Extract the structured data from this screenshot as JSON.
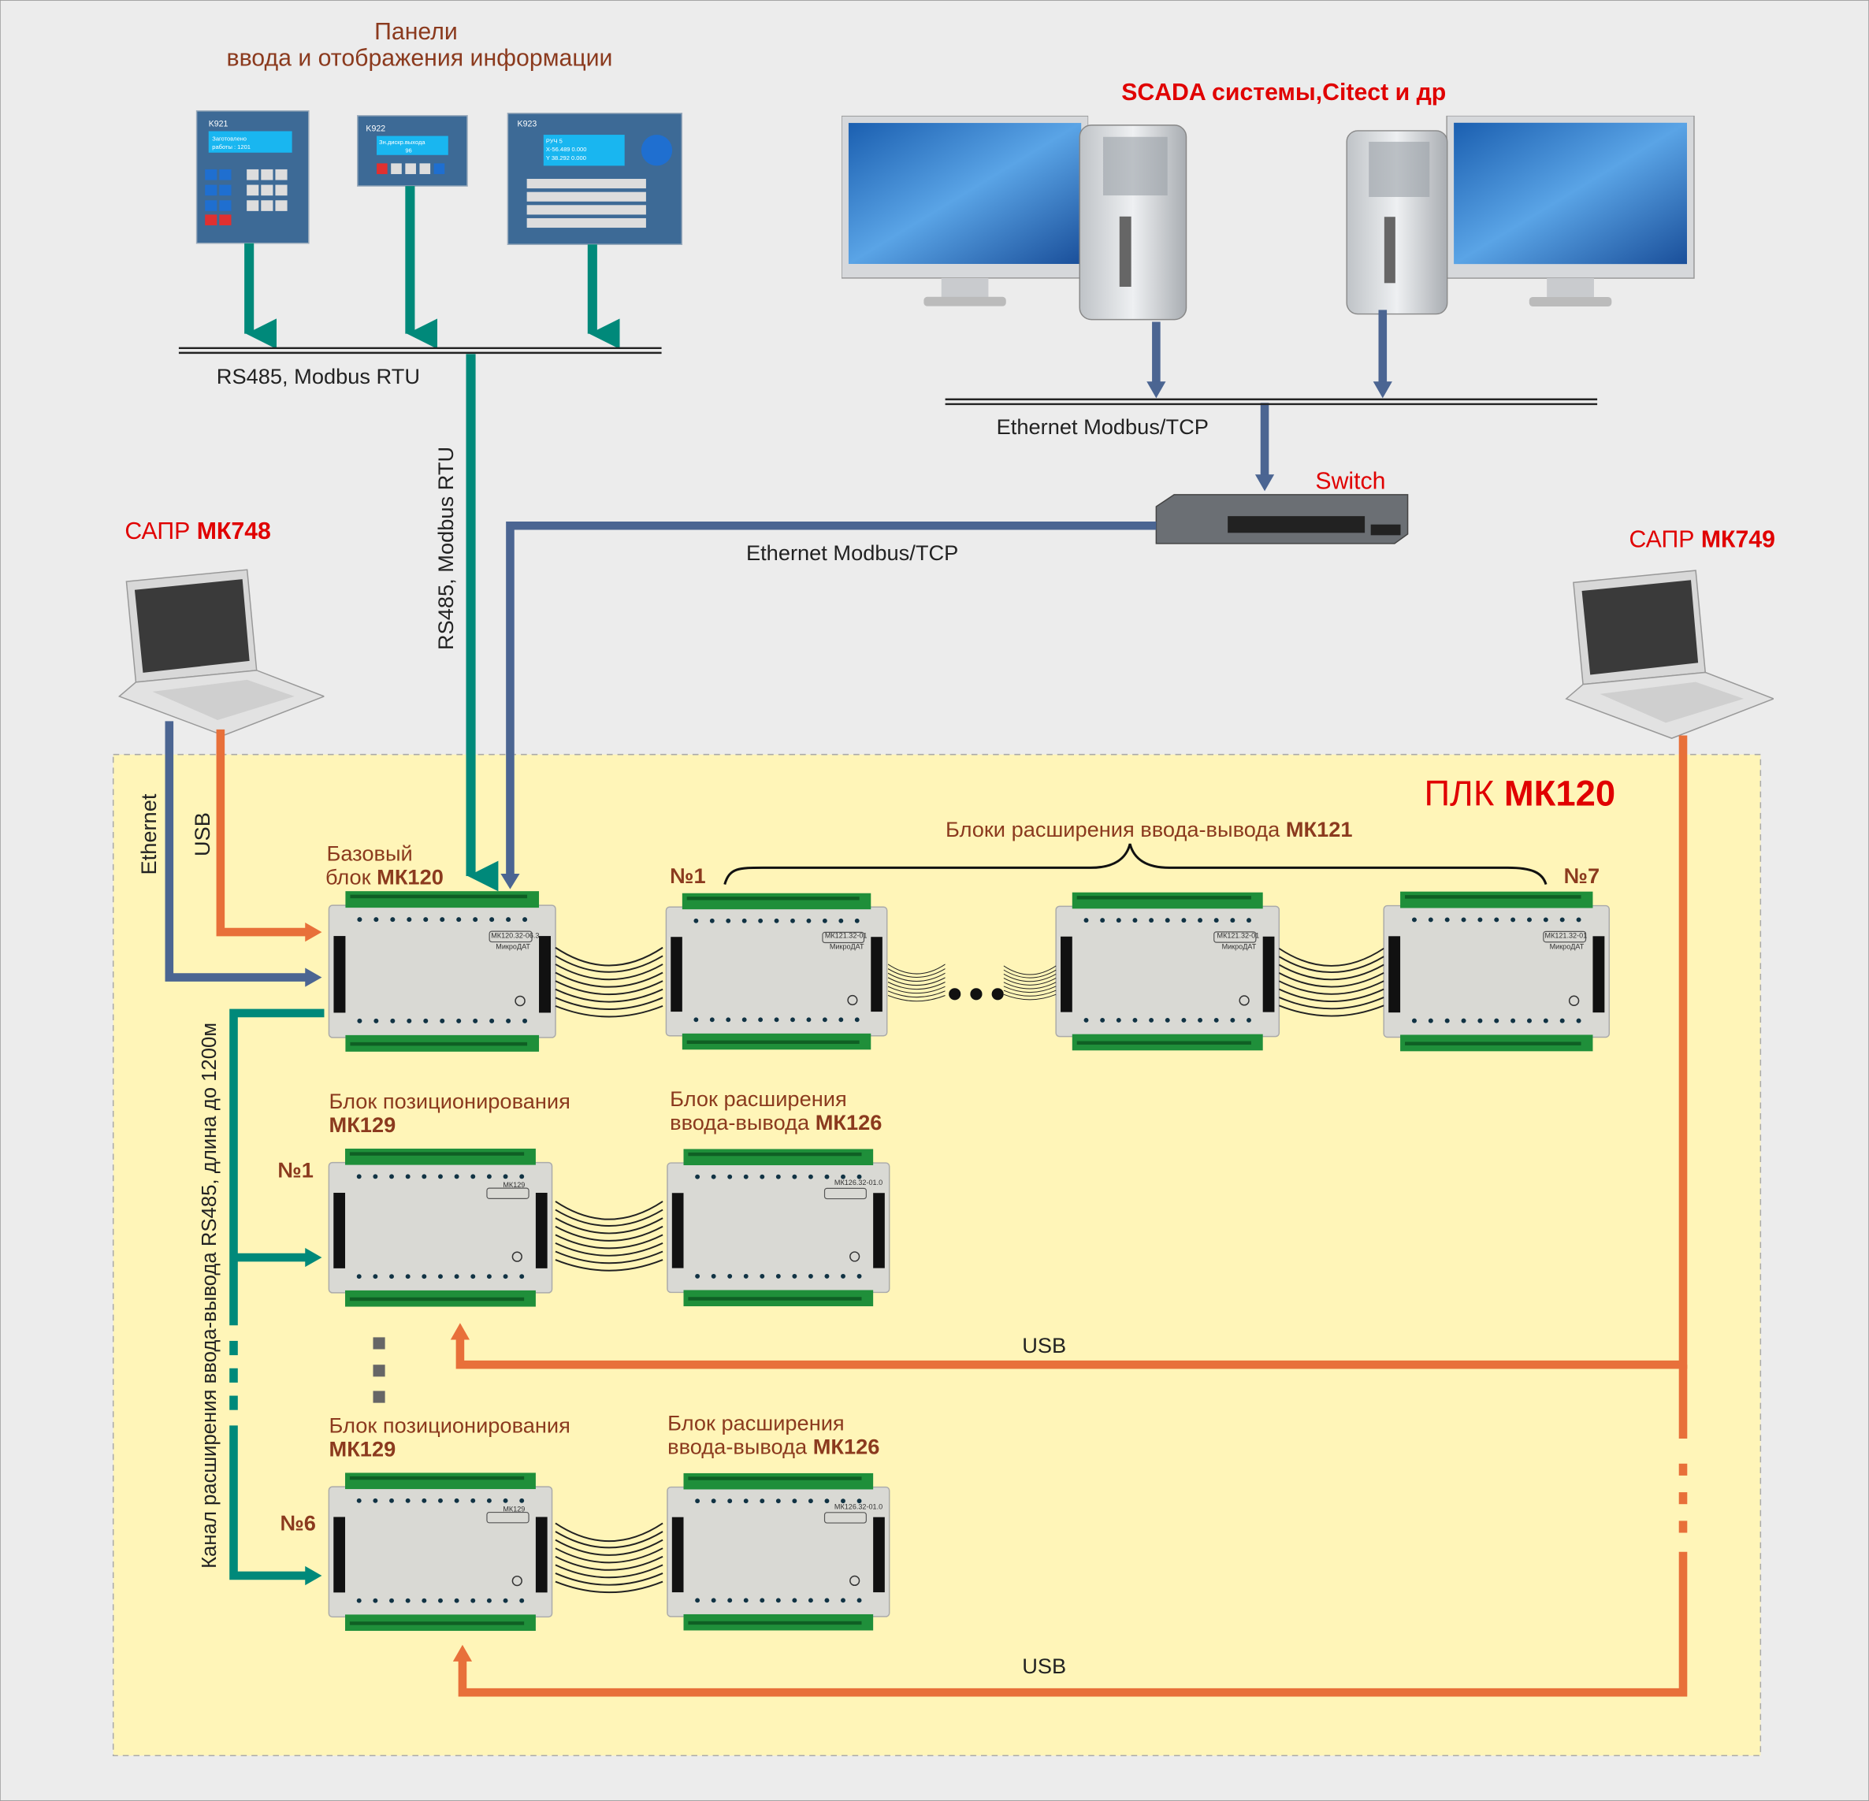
{
  "colors": {
    "rs485": "#00897a",
    "ethernet": "#4b6592",
    "usb": "#e8703a",
    "plc_area": "#fff5b8",
    "label": "#8b3a1e",
    "accent": "#e00000",
    "background": "#ececec"
  },
  "panels": {
    "title_line1": "Панели",
    "title_line2": "ввода и отображения информации",
    "devices": [
      {
        "model": "K921",
        "screen": [
          "Заготовлено",
          "работы : 1201"
        ]
      },
      {
        "model": "K922",
        "screen": [
          "Зн.дискр.выхода",
          "96"
        ]
      },
      {
        "model": "K923",
        "screen": [
          "РУЧ 5",
          "X-56.489  0.000",
          "Y 38.292  0.000"
        ]
      }
    ],
    "bus_label": "RS485, Modbus RTU",
    "riser_label": "RS485, Modbus RTU"
  },
  "scada": {
    "title": "SCADA системы,Citect и др",
    "bus_label": "Ethernet Modbus/TCP",
    "switch_label": "Switch",
    "link_label": "Ethernet Modbus/TCP"
  },
  "cad_left": {
    "prefix": "САПР ",
    "model": "МК748",
    "eth_label": "Ethernet",
    "usb_label": "USB"
  },
  "cad_right": {
    "prefix": "САПР ",
    "model": "МК749"
  },
  "plc": {
    "title_prefix": "ПЛК ",
    "title_model": "МК120",
    "base_line1": "Базовый",
    "base_line2_prefix": "блок ",
    "base_model": "МК120",
    "expansion_title_prefix": "Блоки расширения ввода-вывода ",
    "expansion_model": "МК121",
    "first_no": "№1",
    "last_no": "№7",
    "channel_label": "Канал расширения ввода-вывода RS485, длина до 1200м",
    "groups": [
      {
        "no": "№1",
        "pos_line1": "Блок позиционирования",
        "pos_model": "МК129",
        "exp_line1": "Блок расширения",
        "exp_line2_prefix": "ввода-вывода ",
        "exp_model": "МК126",
        "usb_label": "USB"
      },
      {
        "no": "№6",
        "pos_line1": "Блок позиционирования",
        "pos_model": "МК129",
        "exp_line1": "Блок расширения",
        "exp_line2_prefix": "ввода-вывода ",
        "exp_model": "МК126",
        "usb_label": "USB"
      }
    ],
    "block_labels": {
      "base": "МК120.32-06.3",
      "mk121": "МК121.32-01",
      "mk129": "МК129",
      "mk126": "МК126.32-01.0",
      "brand": "МикроДАТ"
    }
  }
}
